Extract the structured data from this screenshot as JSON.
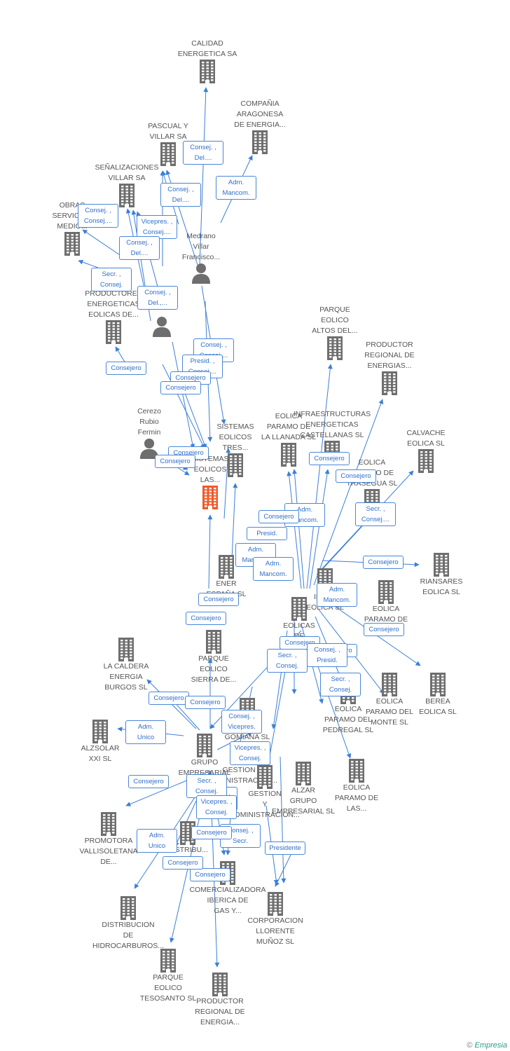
{
  "colors": {
    "edge": "#3b7fd6",
    "node": "#6e6e6e",
    "focus": "#f05a2a",
    "badge_border": "#4a86d8",
    "badge_text": "#2f6fc8"
  },
  "footer": {
    "copyright": "©",
    "brand": "Empresia"
  },
  "nodes": [
    {
      "id": "calidad",
      "type": "company",
      "label": [
        "CALIDAD",
        "ENERGETICA SA"
      ],
      "label_pos": "above"
    },
    {
      "id": "aragonesa",
      "type": "company",
      "label": [
        "COMPAÑIA",
        "ARAGONESA",
        "DE ENERGIA..."
      ],
      "label_pos": "above"
    },
    {
      "id": "pascual",
      "type": "company",
      "label": [
        "PASCUAL Y",
        "VILLAR SA"
      ],
      "label_pos": "above"
    },
    {
      "id": "senalizaciones",
      "type": "company",
      "label": [
        "SEÑALIZACIONES",
        "VILLAR SA"
      ],
      "label_pos": "above"
    },
    {
      "id": "obras",
      "type": "company",
      "label": [
        "OBRAS",
        "SERVICIOS",
        "MEDIO..."
      ],
      "label_pos": "above"
    },
    {
      "id": "medrano",
      "type": "person",
      "label": [
        "Medrano",
        "Villar",
        "Francisco..."
      ],
      "label_pos": "above"
    },
    {
      "id": "productores",
      "type": "company",
      "label": [
        "PRODUCTORES",
        "ENERGETICAS",
        "EOLICAS DE..."
      ],
      "label_pos": "above"
    },
    {
      "id": "person2",
      "type": "person",
      "label": [],
      "label_pos": "above"
    },
    {
      "id": "cerezo",
      "type": "person",
      "label": [
        "Cerezo",
        "Rubio",
        "Fermin"
      ],
      "label_pos": "above"
    },
    {
      "id": "person3",
      "type": "person",
      "label": [],
      "label_pos": "above"
    },
    {
      "id": "sist_tres",
      "type": "company",
      "label": [
        "SISTEMAS",
        "EOLICOS",
        "TRES..."
      ],
      "label_pos": "above"
    },
    {
      "id": "focus",
      "type": "focus",
      "label": [
        "SISTEMAS",
        "EOLICOS",
        "LAS..."
      ],
      "label_pos": "above"
    },
    {
      "id": "parque_altos",
      "type": "company",
      "label": [
        "PARQUE",
        "EOLICO",
        "ALTOS DEL..."
      ],
      "label_pos": "above"
    },
    {
      "id": "productor_reg1",
      "type": "company",
      "label": [
        "PRODUCTOR",
        "REGIONAL DE",
        "ENERGIAS..."
      ],
      "label_pos": "above"
    },
    {
      "id": "eolica_llanada",
      "type": "company",
      "label": [
        "EOLICA",
        "PARAMO DE",
        "LA LLANADA SL"
      ],
      "label_pos": "above"
    },
    {
      "id": "infra",
      "type": "company",
      "label": [
        "INFRAESTRUCTURAS",
        "ENERGETICAS",
        "CASTELLANAS SL"
      ],
      "label_pos": "above"
    },
    {
      "id": "calvache",
      "type": "company",
      "label": [
        "CALVACHE",
        "EOLICA SL"
      ],
      "label_pos": "above"
    },
    {
      "id": "eolica_trasegua",
      "type": "company",
      "label": [
        "EOLICA",
        "PARAMO DE",
        "TRASEGUA SL"
      ],
      "label_pos": "above"
    },
    {
      "id": "ener",
      "type": "company",
      "label": [
        "ENER",
        "ESPAÑA SL"
      ],
      "label_pos": "below"
    },
    {
      "id": "riansares",
      "type": "company",
      "label": [
        "RIANSARES",
        "EOLICA SL"
      ],
      "label_pos": "below"
    },
    {
      "id": "eolica_central",
      "type": "company",
      "label": [
        "EOLICAS",
        "DE"
      ],
      "label_pos": "below"
    },
    {
      "id": "inver_eolica",
      "type": "company",
      "label": [
        "INVER",
        "EOLICA SL"
      ],
      "label_pos": "below"
    },
    {
      "id": "eolica_paramo_x",
      "type": "company",
      "label": [
        "EOLICA",
        "PARAMO DE"
      ],
      "label_pos": "below"
    },
    {
      "id": "caldera",
      "type": "company",
      "label": [
        "LA CALDERA",
        "ENERGIA",
        "BURGOS SL"
      ],
      "label_pos": "below"
    },
    {
      "id": "sierra",
      "type": "company",
      "label": [
        "PARQUE",
        "EOLICO",
        "SIERRA DE..."
      ],
      "label_pos": "below"
    },
    {
      "id": "pedregal",
      "type": "company",
      "label": [
        "EOLICA",
        "PARAMO DEL",
        "PEDREGAL SL"
      ],
      "label_pos": "below"
    },
    {
      "id": "monte",
      "type": "company",
      "label": [
        "EOLICA",
        "PARAMO DEL",
        "MONTE SL"
      ],
      "label_pos": "below"
    },
    {
      "id": "berea",
      "type": "company",
      "label": [
        "BEREA",
        "EOLICA SL"
      ],
      "label_pos": "below"
    },
    {
      "id": "gomiana",
      "type": "company",
      "label": [
        "EOLICA",
        "GOMIANA SL"
      ],
      "label_pos": "below"
    },
    {
      "id": "alzsolar",
      "type": "company",
      "label": [
        "ALZSOLAR",
        "XXI SL"
      ],
      "label_pos": "below"
    },
    {
      "id": "grupo",
      "type": "company",
      "label": [
        "GRUPO",
        "EMPRESARIAL"
      ],
      "label_pos": "below"
    },
    {
      "id": "gestion1",
      "type": "company",
      "label": [
        "GESTION Y",
        "ADMINISTRACION..."
      ],
      "label_pos": "below"
    },
    {
      "id": "gestion2",
      "type": "company",
      "label": [
        "GESTION",
        "Y",
        "ADMINISTRACION..."
      ],
      "label_pos": "below"
    },
    {
      "id": "alzar",
      "type": "company",
      "label": [
        "ALZAR",
        "GRUPO",
        "EMPRESARIAL SL"
      ],
      "label_pos": "below"
    },
    {
      "id": "paramo_las",
      "type": "company",
      "label": [
        "EOLICA",
        "PARAMO DE",
        "LAS..."
      ],
      "label_pos": "below"
    },
    {
      "id": "promotora",
      "type": "company",
      "label": [
        "PROMOTORA",
        "VALLISOLETANA",
        "DE..."
      ],
      "label_pos": "below"
    },
    {
      "id": "distrib_sm",
      "type": "company",
      "label": [
        "DISTRIBU..."
      ],
      "label_pos": "below"
    },
    {
      "id": "comercializadora",
      "type": "company",
      "label": [
        "COMERCIALIZADORA",
        "IBERICA DE",
        "GAS Y..."
      ],
      "label_pos": "below"
    },
    {
      "id": "llorente",
      "type": "company",
      "label": [
        "CORPORACION",
        "LLORENTE",
        "MUÑOZ SL"
      ],
      "label_pos": "below"
    },
    {
      "id": "distrib_hidro",
      "type": "company",
      "label": [
        "DISTRIBUCION",
        "DE",
        "HIDROCARBUROS..."
      ],
      "label_pos": "below"
    },
    {
      "id": "tesosanto",
      "type": "company",
      "label": [
        "PARQUE",
        "EOLICO",
        "TESOSANTO SL"
      ],
      "label_pos": "below"
    },
    {
      "id": "productor_reg2",
      "type": "company",
      "label": [
        "PRODUCTOR",
        "REGIONAL DE",
        "ENERGIA..."
      ],
      "label_pos": "below"
    }
  ],
  "badges": [
    [
      "Consej. ,",
      "Del...."
    ],
    [
      "Consej. ,",
      "Del...."
    ],
    [
      "Adm.",
      "Mancom."
    ],
    [
      "Consej. ,",
      "Consej...."
    ],
    [
      "Vicepres. ,",
      "Consej...."
    ],
    [
      "Consej. ,",
      "Del...."
    ],
    [
      "Secr. ,",
      "Consej."
    ],
    [
      "Consej. ,",
      "Del.,..."
    ],
    [
      "Consejero"
    ],
    [
      "Consej. ,",
      "Consej...."
    ],
    [
      "Presid. ,",
      "Consej...."
    ],
    [
      "Consejero"
    ],
    [
      "Consejero"
    ],
    [
      "Consejero"
    ],
    [
      "Consejero"
    ],
    [
      "Consejero"
    ],
    [
      "Consejero"
    ],
    [
      "Adm.",
      "Mancom."
    ],
    [
      "Consejero"
    ],
    [
      "Secr. ,",
      "Consej...."
    ],
    [
      "Presid."
    ],
    [
      "Adm.",
      "Mancom."
    ],
    [
      "Adm.",
      "Mancom."
    ],
    [
      "Consejero"
    ],
    [
      "Adm.",
      "Mancom."
    ],
    [
      "Consejero"
    ],
    [
      "Consejero"
    ],
    [
      "Consejero"
    ],
    [
      "Consejero"
    ],
    [
      "Consejero"
    ],
    [
      "Secr. ,",
      "Consej."
    ],
    [
      "Consej. ,",
      "Presid."
    ],
    [
      "Secr. ,",
      "Consej."
    ],
    [
      "Consejero"
    ],
    [
      "Consejero"
    ],
    [
      "Consej. ,",
      "Vicepres."
    ],
    [
      "Vicepres. ,",
      "Consej."
    ],
    [
      "Consejero"
    ],
    [
      "Adm.",
      "Unico"
    ],
    [
      "Consej. ,",
      "Vicepres."
    ],
    [
      "Consejero"
    ],
    [
      "Secr. ,",
      "Consej."
    ],
    [
      "Vicepres. ,",
      "Consej."
    ],
    [
      "Consej. ,",
      "Secr."
    ],
    [
      "Presidente"
    ],
    [
      "Adm.",
      "Unico"
    ],
    [
      "Consejero"
    ],
    [
      "Consejero"
    ]
  ]
}
